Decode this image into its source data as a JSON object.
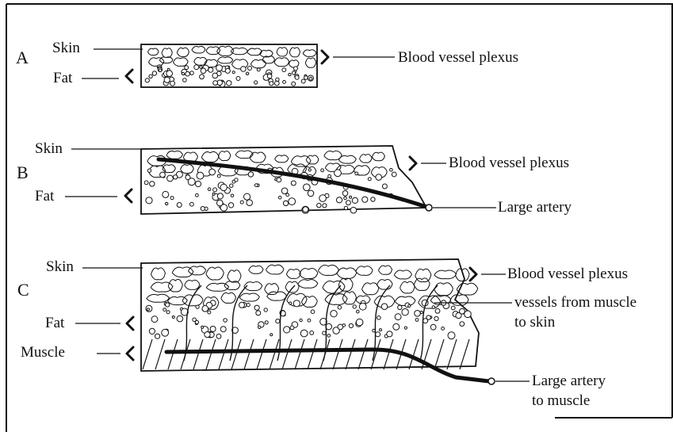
{
  "panel_a": {
    "letter": "A",
    "skin_label": "Skin",
    "fat_label": "Fat",
    "plexus_label": "Blood vessel plexus"
  },
  "panel_b": {
    "letter": "B",
    "skin_label": "Skin",
    "fat_label": "Fat",
    "plexus_label": "Blood vessel plexus",
    "artery_label": "Large artery"
  },
  "panel_c": {
    "letter": "C",
    "skin_label": "Skin",
    "fat_label": "Fat",
    "muscle_label": "Muscle",
    "plexus_label": "Blood vessel plexus",
    "vessels_label_line1": "vessels from muscle",
    "vessels_label_line2": "to skin",
    "artery_label_line1": "Large artery",
    "artery_label_line2": "to muscle"
  }
}
